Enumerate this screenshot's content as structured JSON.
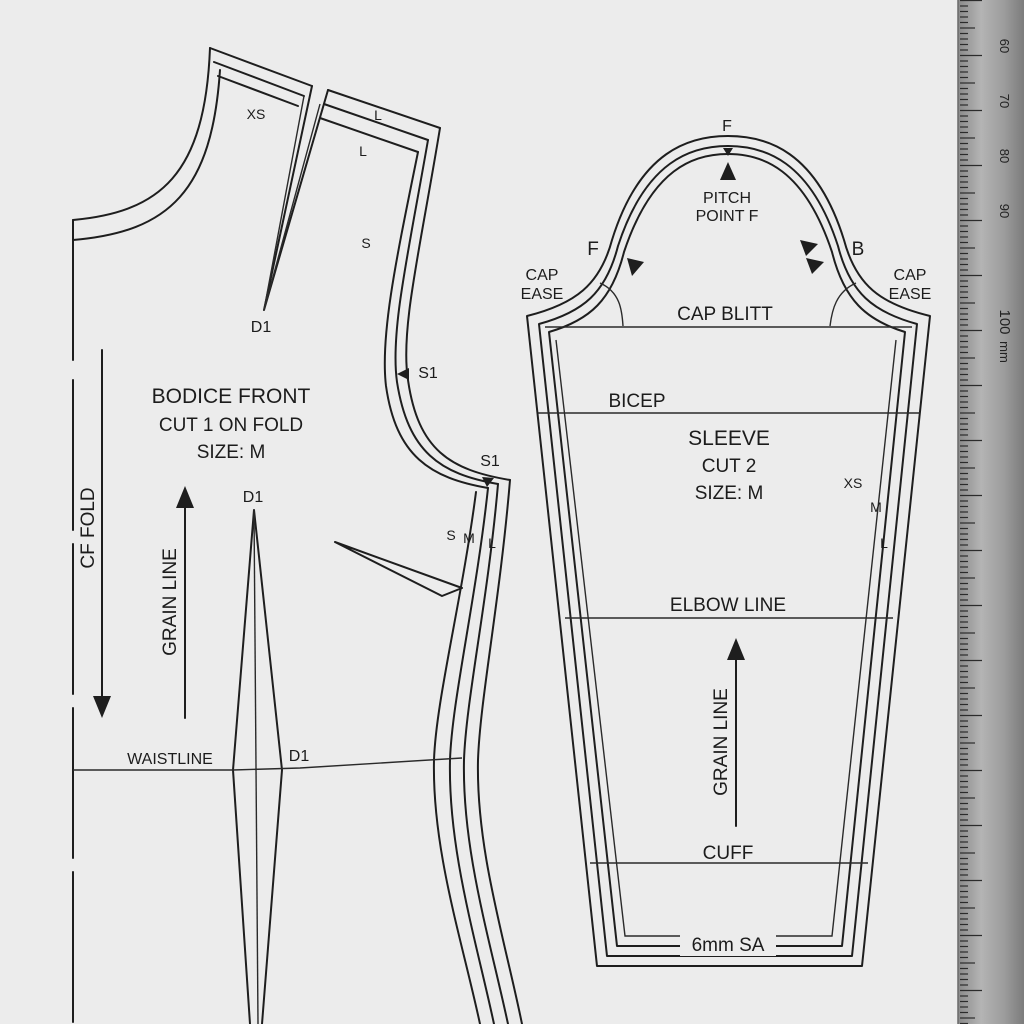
{
  "colors": {
    "paper": "#ececec",
    "ink": "#1e1e1e",
    "ruler": "#9a9a9a"
  },
  "bodice": {
    "title": "BODICE FRONT",
    "cut": "CUT 1 ON FOLD",
    "size": "SIZE: M",
    "cf_fold": "CF FOLD",
    "grain": "GRAIN LINE",
    "waistline": "WAISTLINE",
    "dart_labels": [
      "D1",
      "D1",
      "D1"
    ],
    "notch_labels": [
      "S1",
      "S1"
    ],
    "size_marks_neck": [
      "XS",
      "L",
      "L"
    ],
    "size_mark_shoulder": "S",
    "size_marks_side": [
      "S",
      "M",
      "L"
    ]
  },
  "sleeve": {
    "title": "SLEEVE",
    "cut": "CUT 2",
    "size": "SIZE: M",
    "top_mark": "F",
    "pitch_point": [
      "PITCH",
      "POINT F"
    ],
    "front_mark": "F",
    "back_mark": "B",
    "cap_ease_left": [
      "CAP",
      "EASE"
    ],
    "cap_ease_right": [
      "CAP",
      "EASE"
    ],
    "cap_line": "CAP BLITT",
    "bicep": "BICEP",
    "elbow": "ELBOW LINE",
    "grain": "GRAIN LINE",
    "cuff": "CUFF",
    "seam_allowance": "6mm SA",
    "size_marks": [
      "XS",
      "M",
      "L"
    ]
  },
  "ruler": {
    "labels": [
      "60",
      "70",
      "80",
      "90",
      "100"
    ],
    "unit": "mm"
  }
}
